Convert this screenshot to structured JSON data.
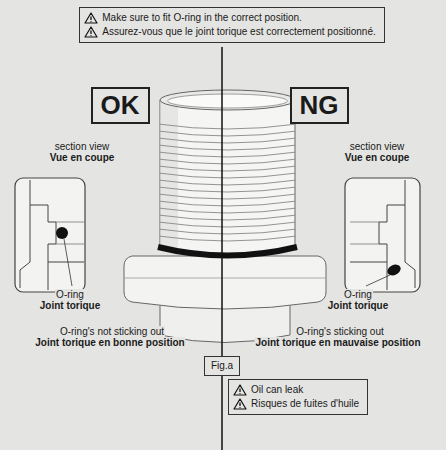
{
  "diagram": {
    "nodes": [
      {
        "text": [
          "Make sure to fit O-ring in the correct position.",
          "Assurez-vous que le joint torique est correctement positionné."
        ]
      },
      {
        "text": [
          "OK"
        ]
      },
      {
        "text": [
          "NG"
        ]
      },
      {
        "text": [
          "Fig.a"
        ]
      },
      {
        "text": [
          "Oil can leak",
          "Risques de fuites d'huile"
        ]
      }
    ],
    "labels": [
      "section view",
      "Vue en coupe",
      "O-ring",
      "Joint torique",
      "O-ring's not sticking out",
      "Joint torique en bonne position",
      "section view",
      "Vue en coupe",
      "O-ring",
      "Joint torique",
      "O-ring's sticking out",
      "Joint torique en mauvaise position"
    ]
  }
}
